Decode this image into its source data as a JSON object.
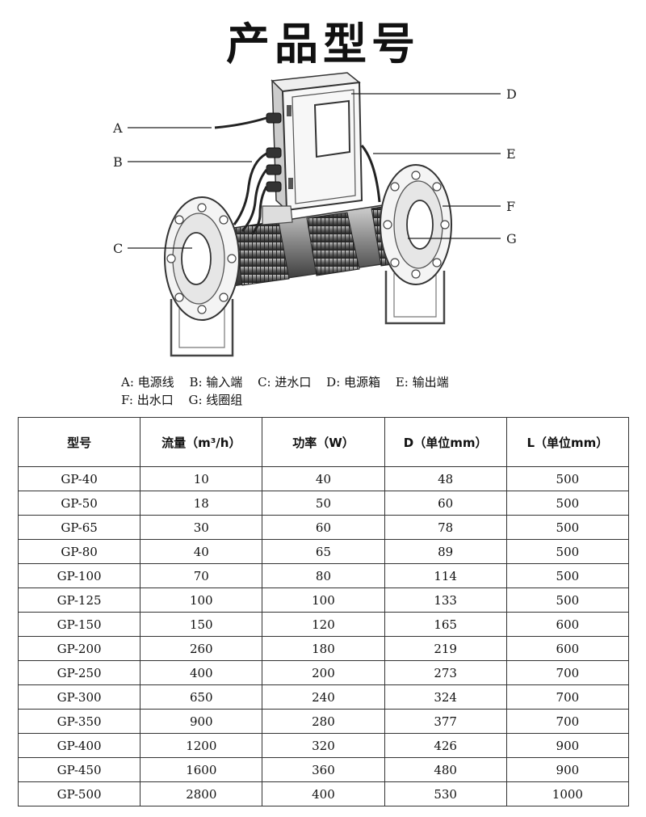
{
  "title": "产品型号",
  "diagram_labels": {
    "A": "A",
    "B": "B",
    "C": "C",
    "D": "D",
    "E": "E",
    "F": "F",
    "G": "G"
  },
  "legend": {
    "line1": [
      "A: 电源线",
      "B: 输入端",
      "C: 进水口",
      "D: 电源箱",
      "E: 输出端"
    ],
    "line2": [
      "F: 出水口",
      "G: 线圈组"
    ]
  },
  "table": {
    "headers": [
      "型号",
      "流量（m³/h）",
      "功率（W）",
      "D（单位mm）",
      "L（单位mm）"
    ],
    "rows": [
      [
        "GP-40",
        "10",
        "40",
        "48",
        "500"
      ],
      [
        "GP-50",
        "18",
        "50",
        "60",
        "500"
      ],
      [
        "GP-65",
        "30",
        "60",
        "78",
        "500"
      ],
      [
        "GP-80",
        "40",
        "65",
        "89",
        "500"
      ],
      [
        "GP-100",
        "70",
        "80",
        "114",
        "500"
      ],
      [
        "GP-125",
        "100",
        "100",
        "133",
        "500"
      ],
      [
        "GP-150",
        "150",
        "120",
        "165",
        "600"
      ],
      [
        "GP-200",
        "260",
        "180",
        "219",
        "600"
      ],
      [
        "GP-250",
        "400",
        "200",
        "273",
        "700"
      ],
      [
        "GP-300",
        "650",
        "240",
        "324",
        "700"
      ],
      [
        "GP-350",
        "900",
        "280",
        "377",
        "700"
      ],
      [
        "GP-400",
        "1200",
        "320",
        "426",
        "900"
      ],
      [
        "GP-450",
        "1600",
        "360",
        "480",
        "900"
      ],
      [
        "GP-500",
        "2800",
        "400",
        "530",
        "1000"
      ]
    ]
  }
}
